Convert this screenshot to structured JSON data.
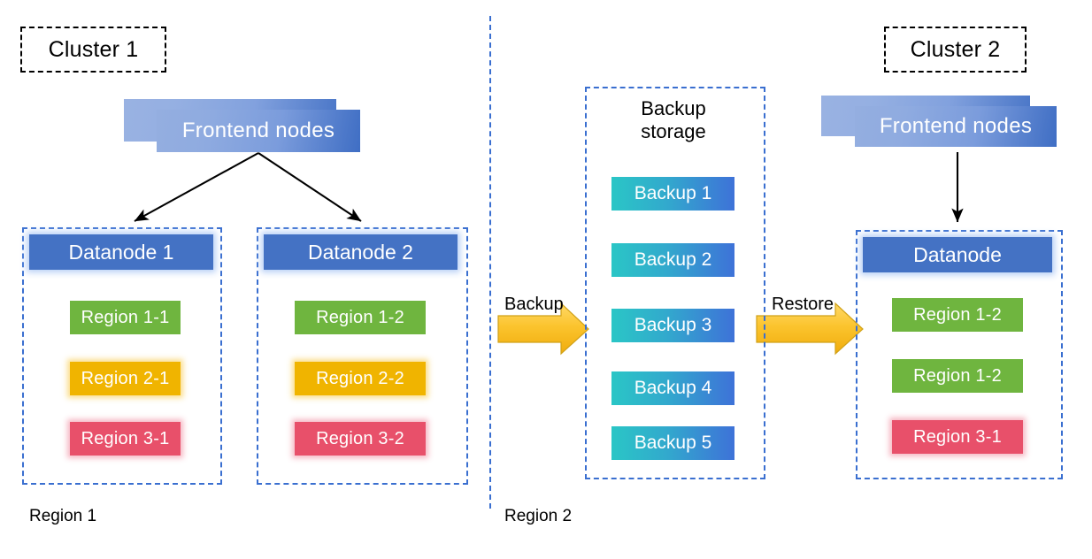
{
  "diagram": {
    "title_tags": [
      {
        "label": "Cluster 1"
      },
      {
        "label": "Cluster 2"
      }
    ],
    "region_labels": [
      {
        "label": "Region 1"
      },
      {
        "label": "Region 2"
      }
    ],
    "flow_labels": [
      {
        "label": "Backup"
      },
      {
        "label": "Restore"
      }
    ],
    "cluster1": {
      "frontend": {
        "label": "Frontend nodes"
      },
      "datanodes": [
        {
          "header": "Datanode 1",
          "regions": [
            {
              "label": "Region 1-1",
              "color": "#6fb53f",
              "style": "green"
            },
            {
              "label": "Region 2-1",
              "color": "#f0b400",
              "style": "amber"
            },
            {
              "label": "Region 3-1",
              "color": "#e8506a",
              "style": "red"
            }
          ]
        },
        {
          "header": "Datanode 2",
          "regions": [
            {
              "label": "Region 1-2",
              "color": "#6fb53f",
              "style": "green"
            },
            {
              "label": "Region 2-2",
              "color": "#f0b400",
              "style": "amber"
            },
            {
              "label": "Region 3-2",
              "color": "#e8506a",
              "style": "red"
            }
          ]
        }
      ]
    },
    "backup_storage": {
      "title_line1": "Backup",
      "title_line2": "storage",
      "items": [
        {
          "label": "Backup 1"
        },
        {
          "label": "Backup 2"
        },
        {
          "label": "Backup 3"
        },
        {
          "label": "Backup 4"
        },
        {
          "label": "Backup 5"
        }
      ]
    },
    "cluster2": {
      "frontend": {
        "label": "Frontend nodes"
      },
      "datanode": {
        "header": "Datanode",
        "regions": [
          {
            "label": "Region 1-2",
            "color": "#6fb53f",
            "style": "green"
          },
          {
            "label": "Region 1-2",
            "color": "#6fb53f",
            "style": "green"
          },
          {
            "label": "Region 3-1",
            "color": "#e8506a",
            "style": "red"
          }
        ]
      }
    },
    "colors": {
      "dashed_border": "#3a6fd0",
      "tag_border": "#000000",
      "datanode_bar": "#4472c4",
      "frontend_gradient_from": "#94aee0",
      "frontend_gradient_to": "#3f6ec4",
      "backup_gradient_from": "#2ac6c6",
      "backup_gradient_to": "#3e72d8",
      "arrow_fill": "#fbc02d",
      "arrow_stroke": "#c99a12",
      "connector": "#000000"
    }
  }
}
